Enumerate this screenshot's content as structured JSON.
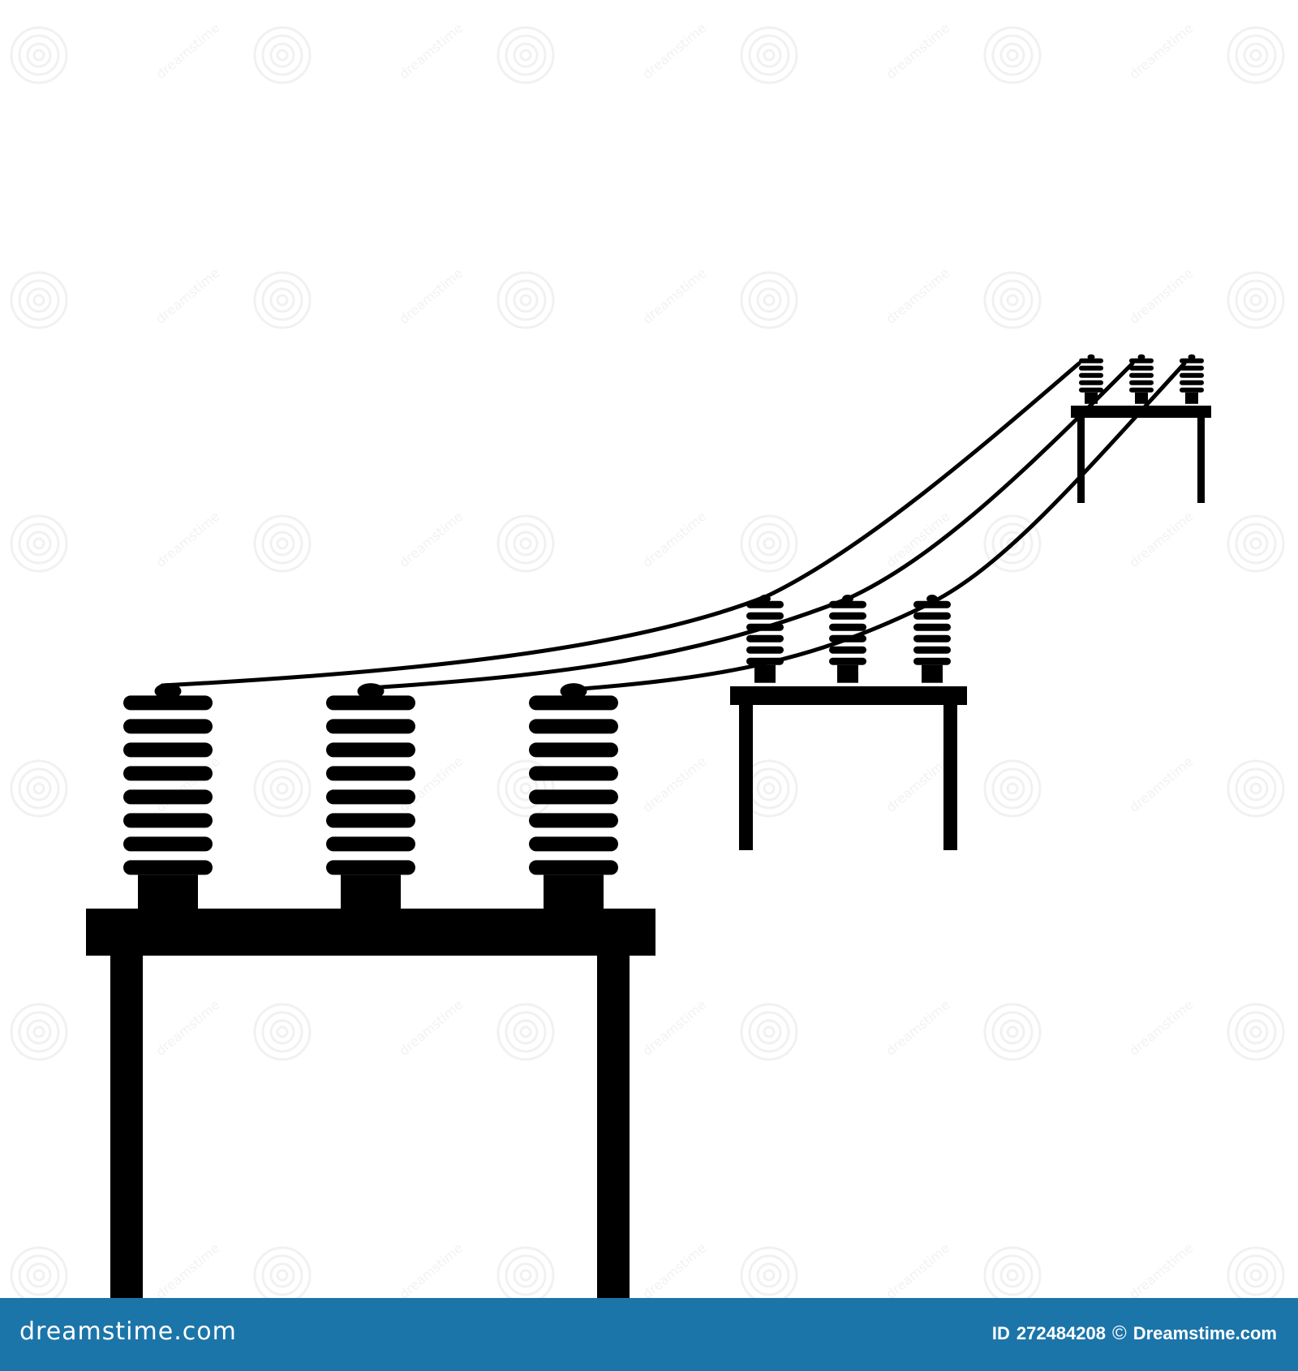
{
  "image": {
    "colors": {
      "silhouette": "#000000",
      "background": "#ffffff",
      "footer_bar": "#1b75a9",
      "footer_text": "#ffffff",
      "watermark": "#f1f1f1"
    }
  },
  "watermark": {
    "text": "dreamstime",
    "icon": "spiral-watermark-icon"
  },
  "footer": {
    "site_left": "dreamstime.com",
    "id_label": "ID",
    "id_value": "272484208",
    "copyright_symbol": "©",
    "brand": "Dreamstime.com"
  }
}
